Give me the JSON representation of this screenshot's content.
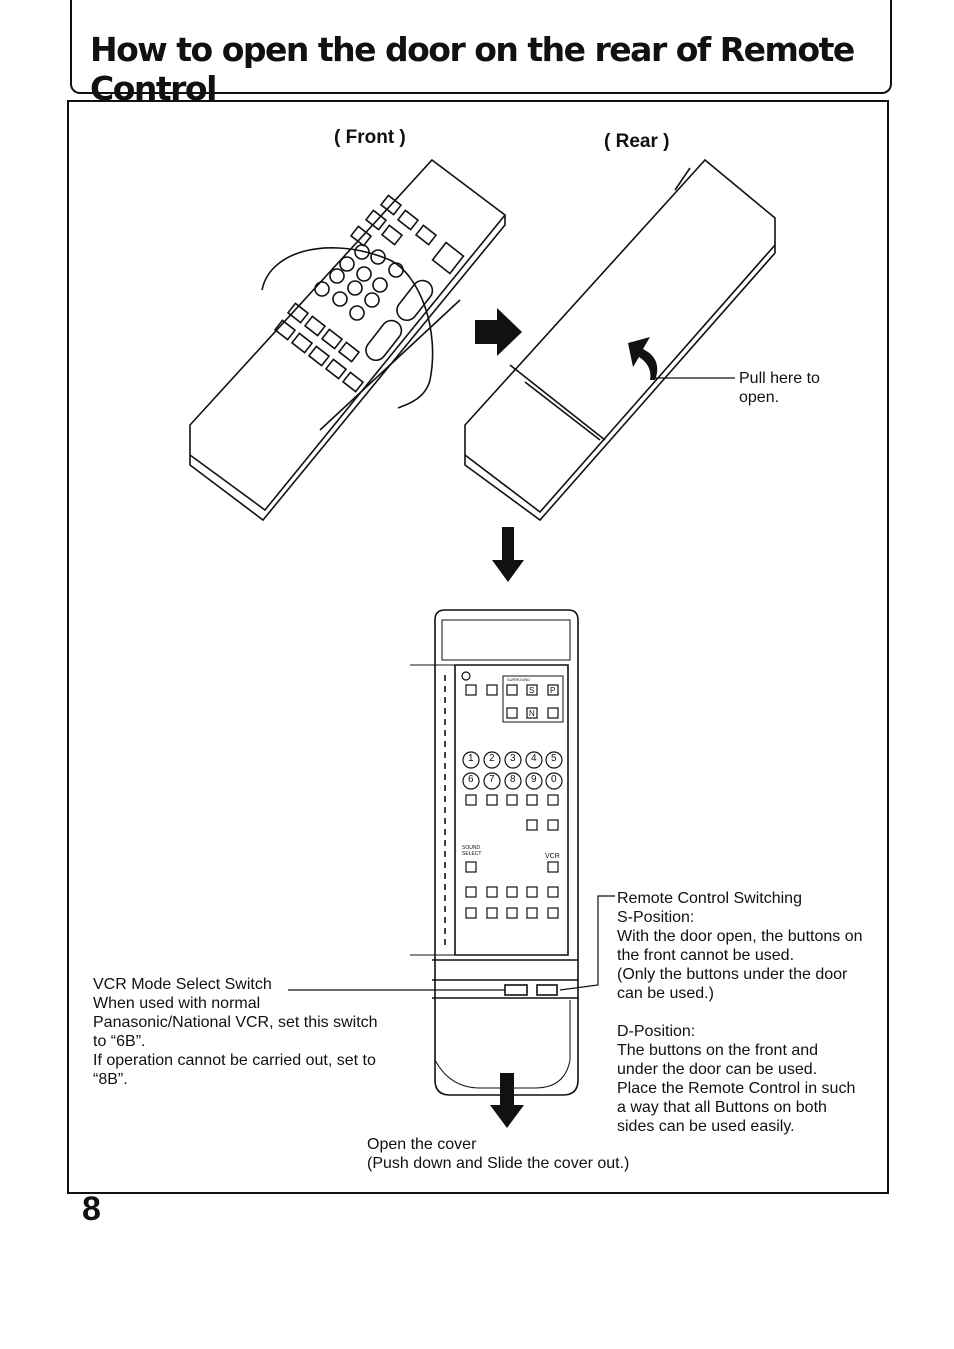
{
  "page": {
    "title": "How to open the door on the rear of Remote Control",
    "page_number": "8"
  },
  "figure": {
    "front_label": "( Front )",
    "rear_label": "( Rear )",
    "pull_note": "Pull here to\nopen.",
    "open_cover_note": "Open the cover\n(Push down and Slide the cover out.)"
  },
  "keypad": {
    "numbers_row1": [
      "1",
      "2",
      "3",
      "4",
      "5"
    ],
    "numbers_row2": [
      "6",
      "7",
      "8",
      "9",
      "0"
    ],
    "top_keys": [
      "S",
      "P",
      "N"
    ],
    "surround_label": "SURROUND",
    "sound_select_label": "SOUND\nSELECT",
    "vcr_label": "VCR"
  },
  "vcr_switch": {
    "heading": "VCR Mode Select Switch",
    "body": "When used with normal\nPanasonic/National VCR, set this switch\nto “6B”.\nIf operation cannot be carried out, set to\n“8B”."
  },
  "switching": {
    "heading": "Remote Control Switching",
    "s_position": "S-Position:\nWith the door open, the buttons on\nthe front cannot be used.\n(Only the buttons under the door\ncan be used.)",
    "d_position": "D-Position:\nThe buttons on the front and\nunder the door can be used.\nPlace the Remote Control in such\na way that all Buttons on both\nsides can be used easily."
  }
}
